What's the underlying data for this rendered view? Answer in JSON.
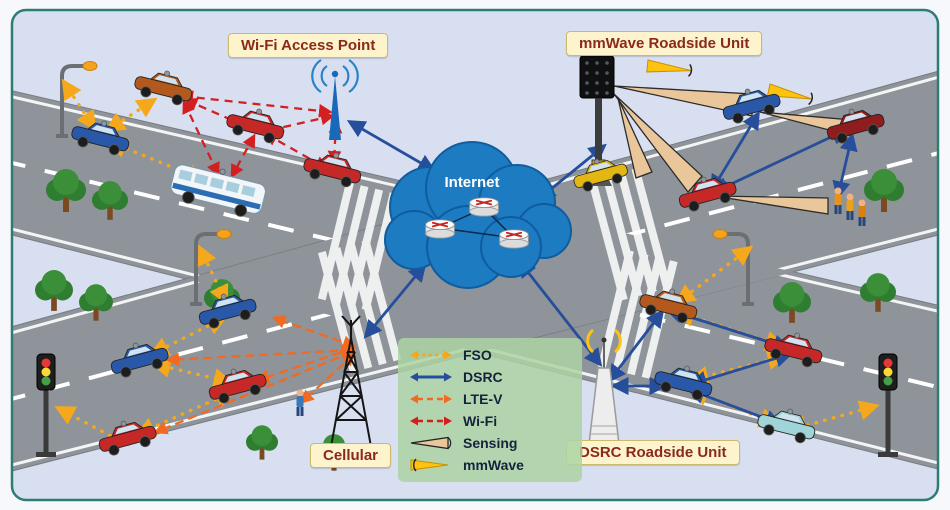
{
  "scene": {
    "background": "#f6f8fc",
    "panel_bg": "#d8dff0",
    "panel_border": "#2e7d74",
    "road_color": "#8e9499",
    "cloud_color": "#1d7bc2",
    "label_box_bg": "#fdf3cd",
    "label_text_color": "#8a2a1b"
  },
  "labels": {
    "wifi_access_point": "Wi-Fi Access Point",
    "mmwave_roadside_unit": "mmWave Roadside Unit",
    "internet": "Internet",
    "cellular": "Cellular",
    "dsrc_roadside_unit": "DSRC Roadside Unit"
  },
  "legend": {
    "items": [
      {
        "label": "FSO",
        "type": "dotted-line",
        "color": "#f5a81c"
      },
      {
        "label": "DSRC",
        "type": "solid-line",
        "color": "#274e9b"
      },
      {
        "label": "LTE-V",
        "type": "dashed-line",
        "color": "#f26a21"
      },
      {
        "label": "Wi-Fi",
        "type": "dashed-line",
        "color": "#d31f1f"
      },
      {
        "label": "Sensing",
        "type": "cone",
        "color": "#eac79b"
      },
      {
        "label": "mmWave",
        "type": "beam",
        "color": "#ffc20e"
      }
    ]
  },
  "icons": {
    "internet_cloud": "cloud-shape",
    "wifi_access_point": "antenna-mast-with-arcs",
    "mmwave_roadside_unit": "panel-array-on-pole",
    "cellular": "lattice-tower",
    "dsrc_roadside_unit": "cone-pole-with-antenna",
    "traffic_light": "three-light-signal",
    "street_lamp": "curved-arm-lamp",
    "tree": "round-tree",
    "router": "cylinder-router",
    "car": "sedan-top-sensor",
    "bus": "city-bus",
    "pedestrian": "person-figure"
  }
}
